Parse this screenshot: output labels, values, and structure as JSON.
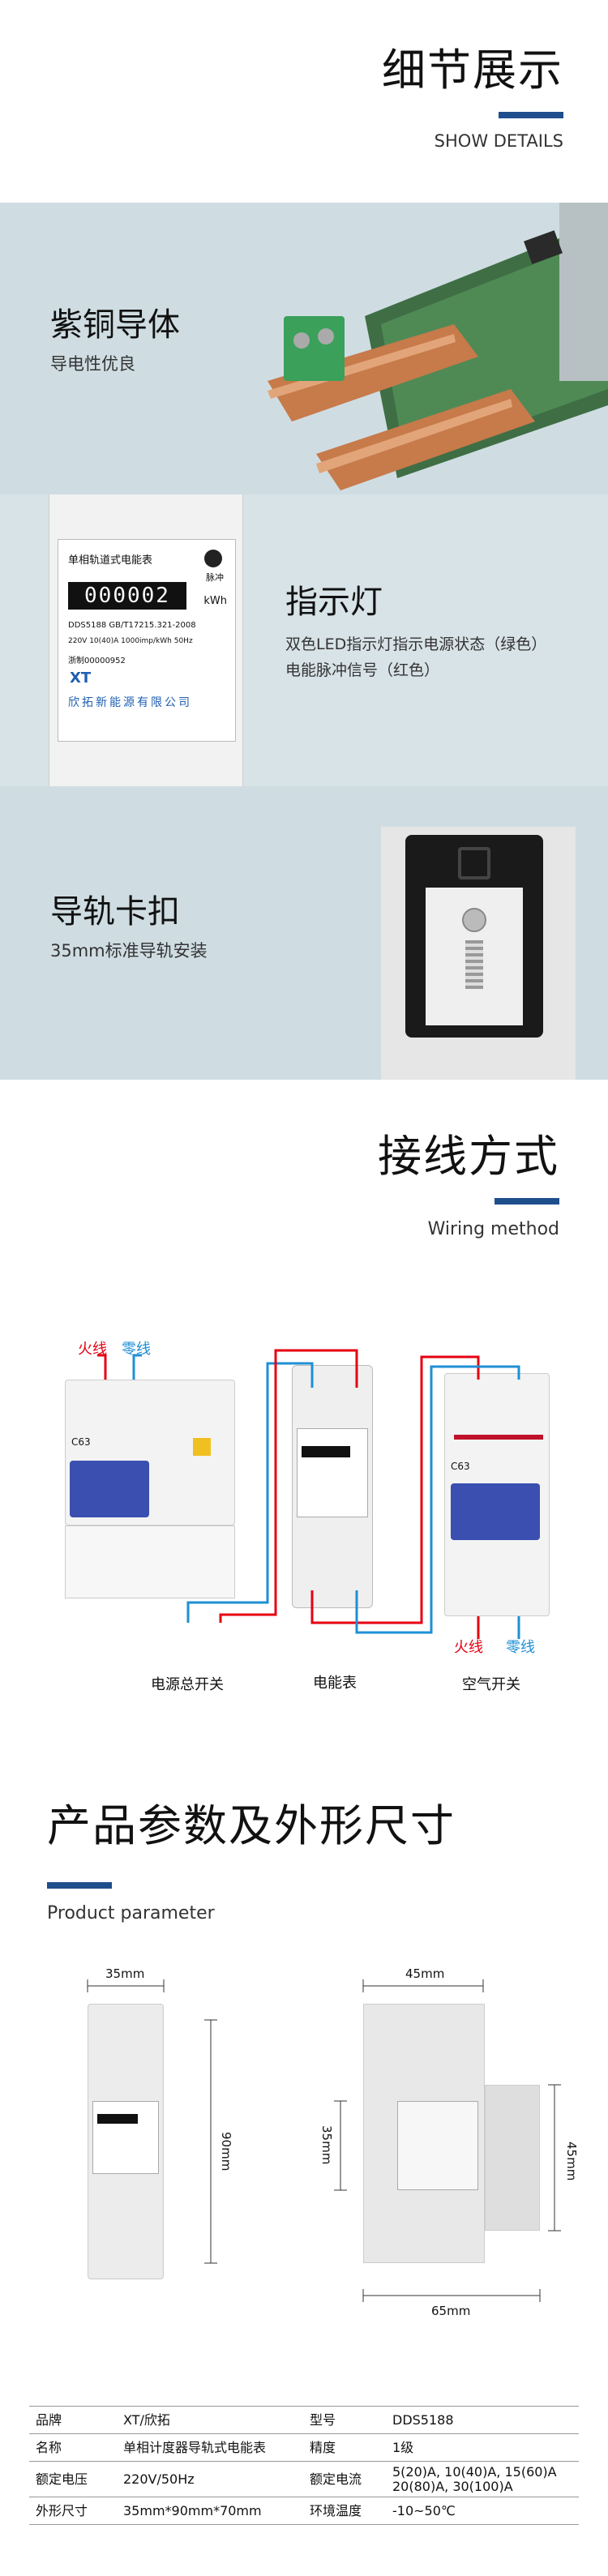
{
  "details": {
    "title": "细节展示",
    "subtitle": "SHOW DETAILS"
  },
  "features": [
    {
      "title": "紫铜导体",
      "desc": "导电性优良"
    },
    {
      "title": "指示灯",
      "desc1": "双色LED指示灯指示电源状态（绿色）",
      "desc2": "电能脉冲信号（红色）"
    },
    {
      "title": "导轨卡扣",
      "desc": "35mm标准导轨安装"
    }
  ],
  "meter": {
    "name": "单相轨道式电能表",
    "pulse": "脉冲",
    "digits": "000002",
    "unit": "kWh",
    "model": "DDS5188  GB/T17215.321-2008",
    "rating": "220V 10(40)A 1000imp/kWh 50Hz",
    "cert": "浙制00000952",
    "brand": "XT",
    "maker": "欣拓新能源有限公司"
  },
  "wiring": {
    "title": "接线方式",
    "subtitle": "Wiring method",
    "fire": "火线",
    "zero": "零线",
    "fire2": "火线",
    "zero2": "零线",
    "main_switch": "电源总开关",
    "meter": "电能表",
    "air_switch": "空气开关",
    "brk1": "C63",
    "brk2": "C63"
  },
  "product": {
    "title": "产品参数及外形尺寸",
    "subtitle": "Product parameter",
    "dim_w": "35mm",
    "dim_h": "90mm",
    "dim_d": "45mm",
    "dim_l": "65mm",
    "dim_s1": "35mm",
    "dim_s2": "45mm"
  },
  "spec": {
    "r1": {
      "k1": "品牌",
      "v1": "XT/欣拓",
      "k2": "型号",
      "v2": "DDS5188"
    },
    "r2": {
      "k1": "名称",
      "v1": "单相计度器导轨式电能表",
      "k2": "精度",
      "v2": "1级"
    },
    "r3": {
      "k1": "额定电压",
      "v1": "220V/50Hz",
      "k2": "额定电流",
      "v2a": "5(20)A, 10(40)A, 15(60)A",
      "v2b": "20(80)A, 30(100)A"
    },
    "r4": {
      "k1": "外形尺寸",
      "v1": "35mm*90mm*70mm",
      "k2": "环境温度",
      "v2": "-10~50℃"
    }
  },
  "colors": {
    "accent": "#1f4e8c",
    "panel": "#cfdde2",
    "red": "#e60012",
    "blue": "#1e8fd6"
  }
}
